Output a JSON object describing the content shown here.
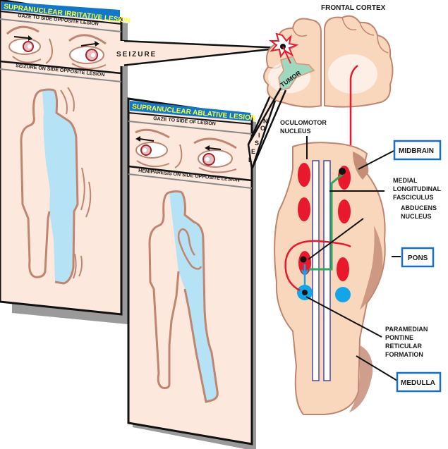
{
  "colors": {
    "skin": "#fde8de",
    "outline": "#c08570",
    "tissue": "#f9d7bd",
    "tissue_shadow": "#c58e78",
    "affected": "#b6e2f5",
    "title_bar": "#1377c8",
    "title_text": "#ffff33",
    "nucleus_red": "#e8192c",
    "ppr_blue": "#12a6e8",
    "mlf_green": "#2daa5a",
    "box_border": "#1a6fc0",
    "tumor": "#9fd7bf"
  },
  "panel_irritative": {
    "title": "SUPRANUCLEAR IRRITATIVE LESION",
    "gaze_caption": "GAZE TO SIDE OPPOSITE LESION",
    "body_caption": "SEIZURE ON SIDE OPPOSITE LESION",
    "callout_text": "SEIZURE"
  },
  "panel_ablative": {
    "title": "SUPRANUCLEAR ABLATIVE LESION",
    "gaze_caption": "GAZE TO SIDE OF LESION",
    "body_caption": "HEMIPARESIS ON SIDE OPPOSITE LESION",
    "callout_letters": [
      "L",
      "E",
      "S",
      "I",
      "O",
      "N"
    ]
  },
  "brain": {
    "title": "FRONTAL CORTEX",
    "tumor_label": "TUMOR"
  },
  "brainstem_labels": {
    "oculomotor": [
      "OCULOMOTOR",
      "NUCLEUS"
    ],
    "mlf": [
      "MEDIAL",
      "LONGITUDINAL",
      "FASCICULUS"
    ],
    "abducens": [
      "ABDUCENS",
      "NUCLEUS"
    ],
    "pprf": [
      "PARAMEDIAN",
      "PONTINE",
      "RETICULAR",
      "FORMATION"
    ]
  },
  "region_boxes": {
    "midbrain": "MIDBRAIN",
    "pons": "PONS",
    "medulla": "MEDULLA"
  }
}
